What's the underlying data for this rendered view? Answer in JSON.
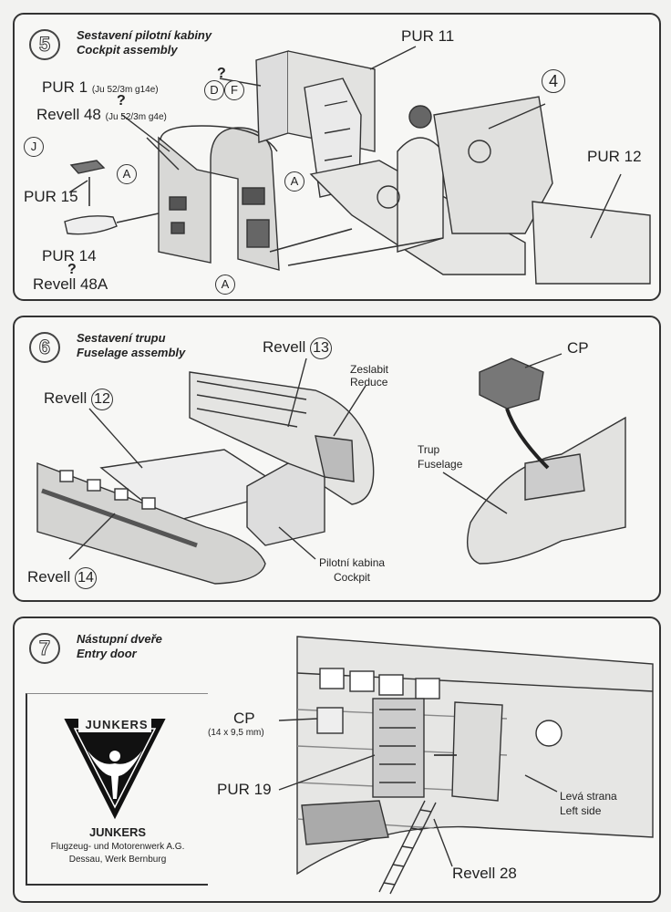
{
  "step5": {
    "number": "5",
    "title_cs": "Sestavení pilotní kabiny",
    "title_en": "Cockpit assembly",
    "pur1": "PUR 1",
    "pur1_note": "(Ju 52/3m g14e)",
    "revell48": "Revell 48",
    "revell48_note": "(Ju 52/3m g4e)",
    "pur15": "PUR 15",
    "pur14": "PUR 14",
    "revell48a": "Revell 48A",
    "pur11": "PUR 11",
    "pur12": "PUR 12",
    "part4": "4",
    "ref_a": "A",
    "ref_d": "D",
    "ref_f": "F",
    "ref_j": "J",
    "question": "?"
  },
  "step6": {
    "number": "6",
    "title_cs": "Sestavení trupu",
    "title_en": "Fuselage assembly",
    "revell13": "Revell",
    "revell13_num": "13",
    "revell12": "Revell",
    "revell12_num": "12",
    "revell14": "Revell",
    "revell14_num": "14",
    "reduce_cs": "Zeslabit",
    "reduce_en": "Reduce",
    "cockpit_cs": "Pilotní kabina",
    "cockpit_en": "Cockpit",
    "fuselage_cs": "Trup",
    "fuselage_en": "Fuselage",
    "cp": "CP"
  },
  "step7": {
    "number": "7",
    "title_cs": "Nástupní dveře",
    "title_en": "Entry door",
    "cp": "CP",
    "cp_size": "(14 x 9,5 mm)",
    "pur19": "PUR 19",
    "left_side_cs": "Levá strana",
    "left_side_en": "Left side",
    "revell28": "Revell 28",
    "brand_logo": "JUNKERS",
    "brand_name": "JUNKERS",
    "brand_line1": "Flugzeug- und Motorenwerk A.G.",
    "brand_line2": "Dessau, Werk Bernburg"
  }
}
